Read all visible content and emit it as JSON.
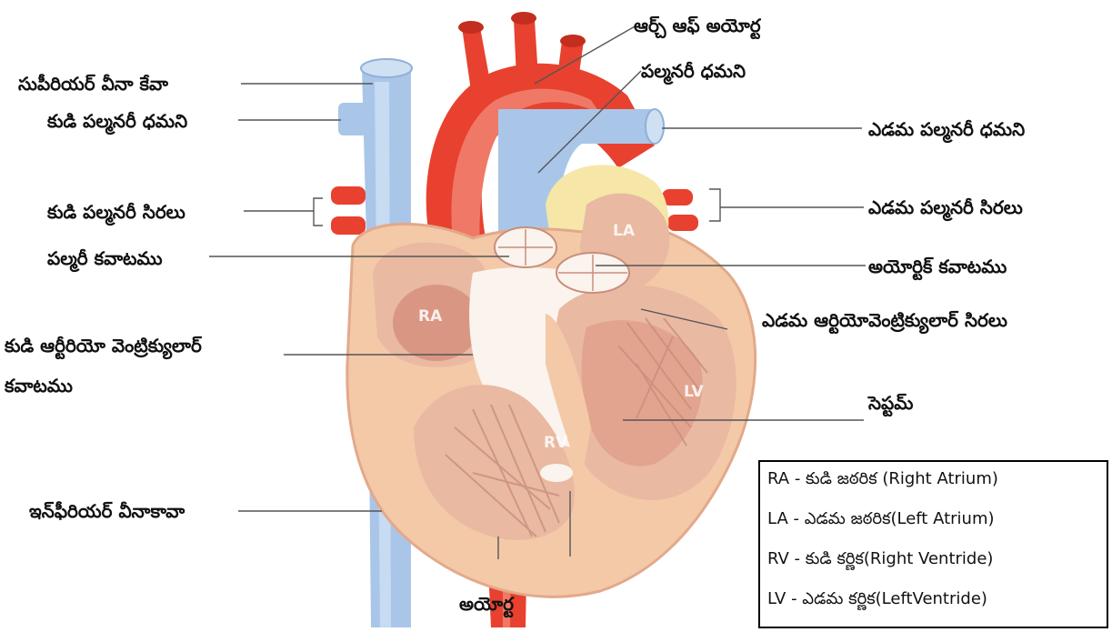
{
  "labels": {
    "superior_vena_cava": "సుపీరియర్ వీనా కేవా",
    "right_pulmonary_artery": "కుడి పల్మనరీ ధమని",
    "right_pulmonary_veins": "కుడి పల్మనరీ సిరలు",
    "pulmonary_valve": "పల్మరీ కవాటము",
    "right_av_valve_line1": "కుడి ఆర్టీరియో వెంట్రిక్యులార్",
    "right_av_valve_line2": "కవాటము",
    "inferior_vena_cava": "ఇన్‌ఫీరియర్ వీనాకావా",
    "arch_of_aorta": "ఆర్చ్ ఆఫ్ అయోర్ట",
    "pulmonary_artery": "పల్మనరీ ధమని",
    "left_pulmonary_artery": "ఎడమ పల్మనరీ ధమని",
    "left_pulmonary_veins": "ఎడమ పల్మనరీ సిరలు",
    "aortic_valve": "అయోర్టిక్ కవాటము",
    "left_av_valve": "ఎడమ ఆర్టియోవెంట్రిక్యులార్ సిరలు",
    "septum": "సెప్టమ్",
    "aorta": "అయోర్ట"
  },
  "chamber_tags": {
    "ra": "RA",
    "la": "LA",
    "rv": "RV",
    "lv": "LV"
  },
  "legend": [
    "RA - కుడి జఠరిక (Right Atrium)",
    "LA - ఎడమ జఠరిక(Left Atrium)",
    "RV - కుడి కర్ణిక(Right Ventride)",
    "LV - ఎడమ కర్ణిక(LeftVentride)"
  ],
  "colors": {
    "vein_blue": "#a9c6e8",
    "artery_red": "#e8412f",
    "heart_skin": "#f3c9a8",
    "chamber": "#e9b9a2",
    "fat": "#f6e6a8"
  }
}
